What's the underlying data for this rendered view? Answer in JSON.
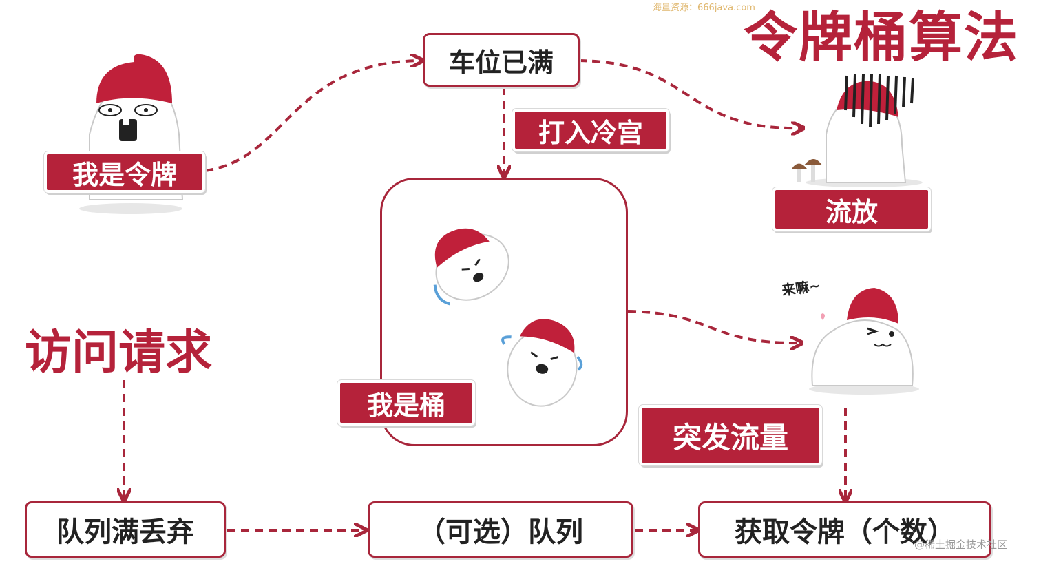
{
  "title": "令牌桶算法",
  "watermark": "海量资源：666java.com",
  "credit": "@稀土掘金技术社区",
  "labels": {
    "token": "我是令牌",
    "parking_full": "车位已满",
    "cold_palace": "打入冷宫",
    "exile": "流放",
    "come_on": "来嘛~",
    "bucket": "我是桶",
    "burst": "突发流量",
    "access_request": "访问请求",
    "queue_full_drop": "队列满丢弃",
    "optional_queue": "（可选）队列",
    "get_token": "获取令牌（个数）"
  },
  "colors": {
    "accent": "#b5223a",
    "border": "#a8263b"
  }
}
